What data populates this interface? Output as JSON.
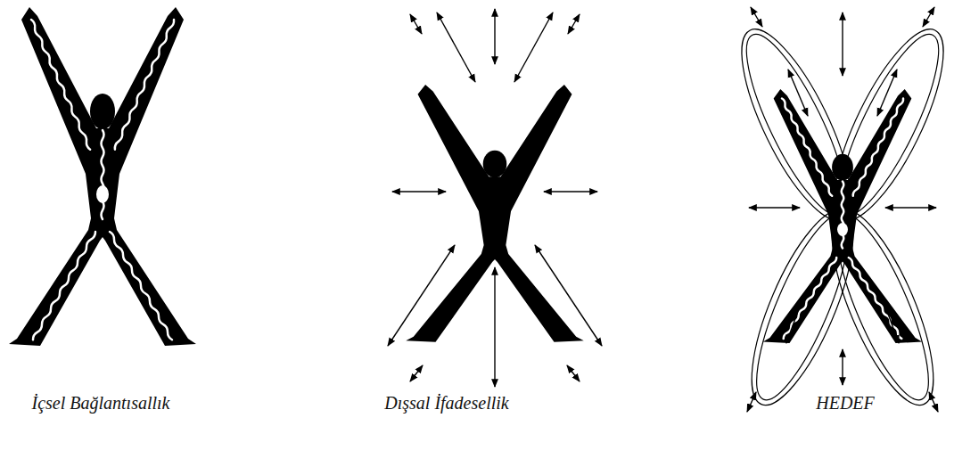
{
  "diagram": {
    "labels": [
      "İçsel Bağlantısallık",
      "Dışsal İfadesellik",
      "HEDEF"
    ]
  }
}
